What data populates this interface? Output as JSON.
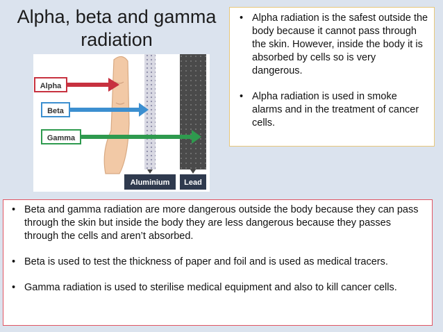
{
  "title": {
    "line1": "Alpha, beta and gamma",
    "line2": "radiation"
  },
  "top_box": {
    "bullets": [
      "Alpha radiation is the safest outside the body because it cannot pass through the skin. However, inside the body it is absorbed by cells so is very dangerous.",
      "Alpha radiation is used in smoke alarms and in the treatment of cancer cells."
    ]
  },
  "diagram": {
    "labels": {
      "alpha": "Alpha",
      "beta": "Beta",
      "gamma": "Gamma",
      "aluminium": "Aluminium",
      "lead": "Lead"
    },
    "colors": {
      "alpha": "#c7313f",
      "beta": "#3c8fd0",
      "gamma": "#2e9a4e"
    }
  },
  "bottom_box": {
    "bullets": [
      "Beta and gamma radiation are more dangerous outside the body because they can pass through the skin but inside the body they are less dangerous because they passes through the cells and aren’t absorbed.",
      "Beta is used to test the thickness of paper and foil and is used as medical tracers.",
      "Gamma radiation is used to sterilise medical equipment and also to kill cancer cells."
    ]
  }
}
